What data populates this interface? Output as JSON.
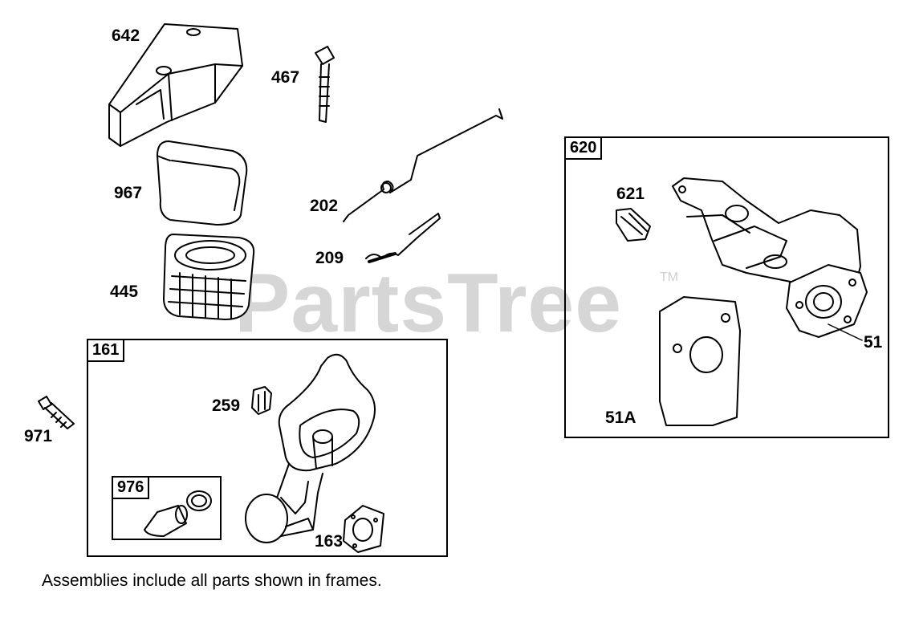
{
  "watermark": {
    "text": "PartsTree",
    "trademark": "TM"
  },
  "frames": {
    "f161": {
      "tag": "161"
    },
    "f976": {
      "tag": "976"
    },
    "f620": {
      "tag": "620"
    }
  },
  "labels": {
    "l642": "642",
    "l467": "467",
    "l967": "967",
    "l202": "202",
    "l209": "209",
    "l445": "445",
    "l259": "259",
    "l971": "971",
    "l163": "163",
    "l621": "621",
    "l51": "51",
    "l51a": "51A"
  },
  "note": "Assemblies include all parts shown in frames."
}
